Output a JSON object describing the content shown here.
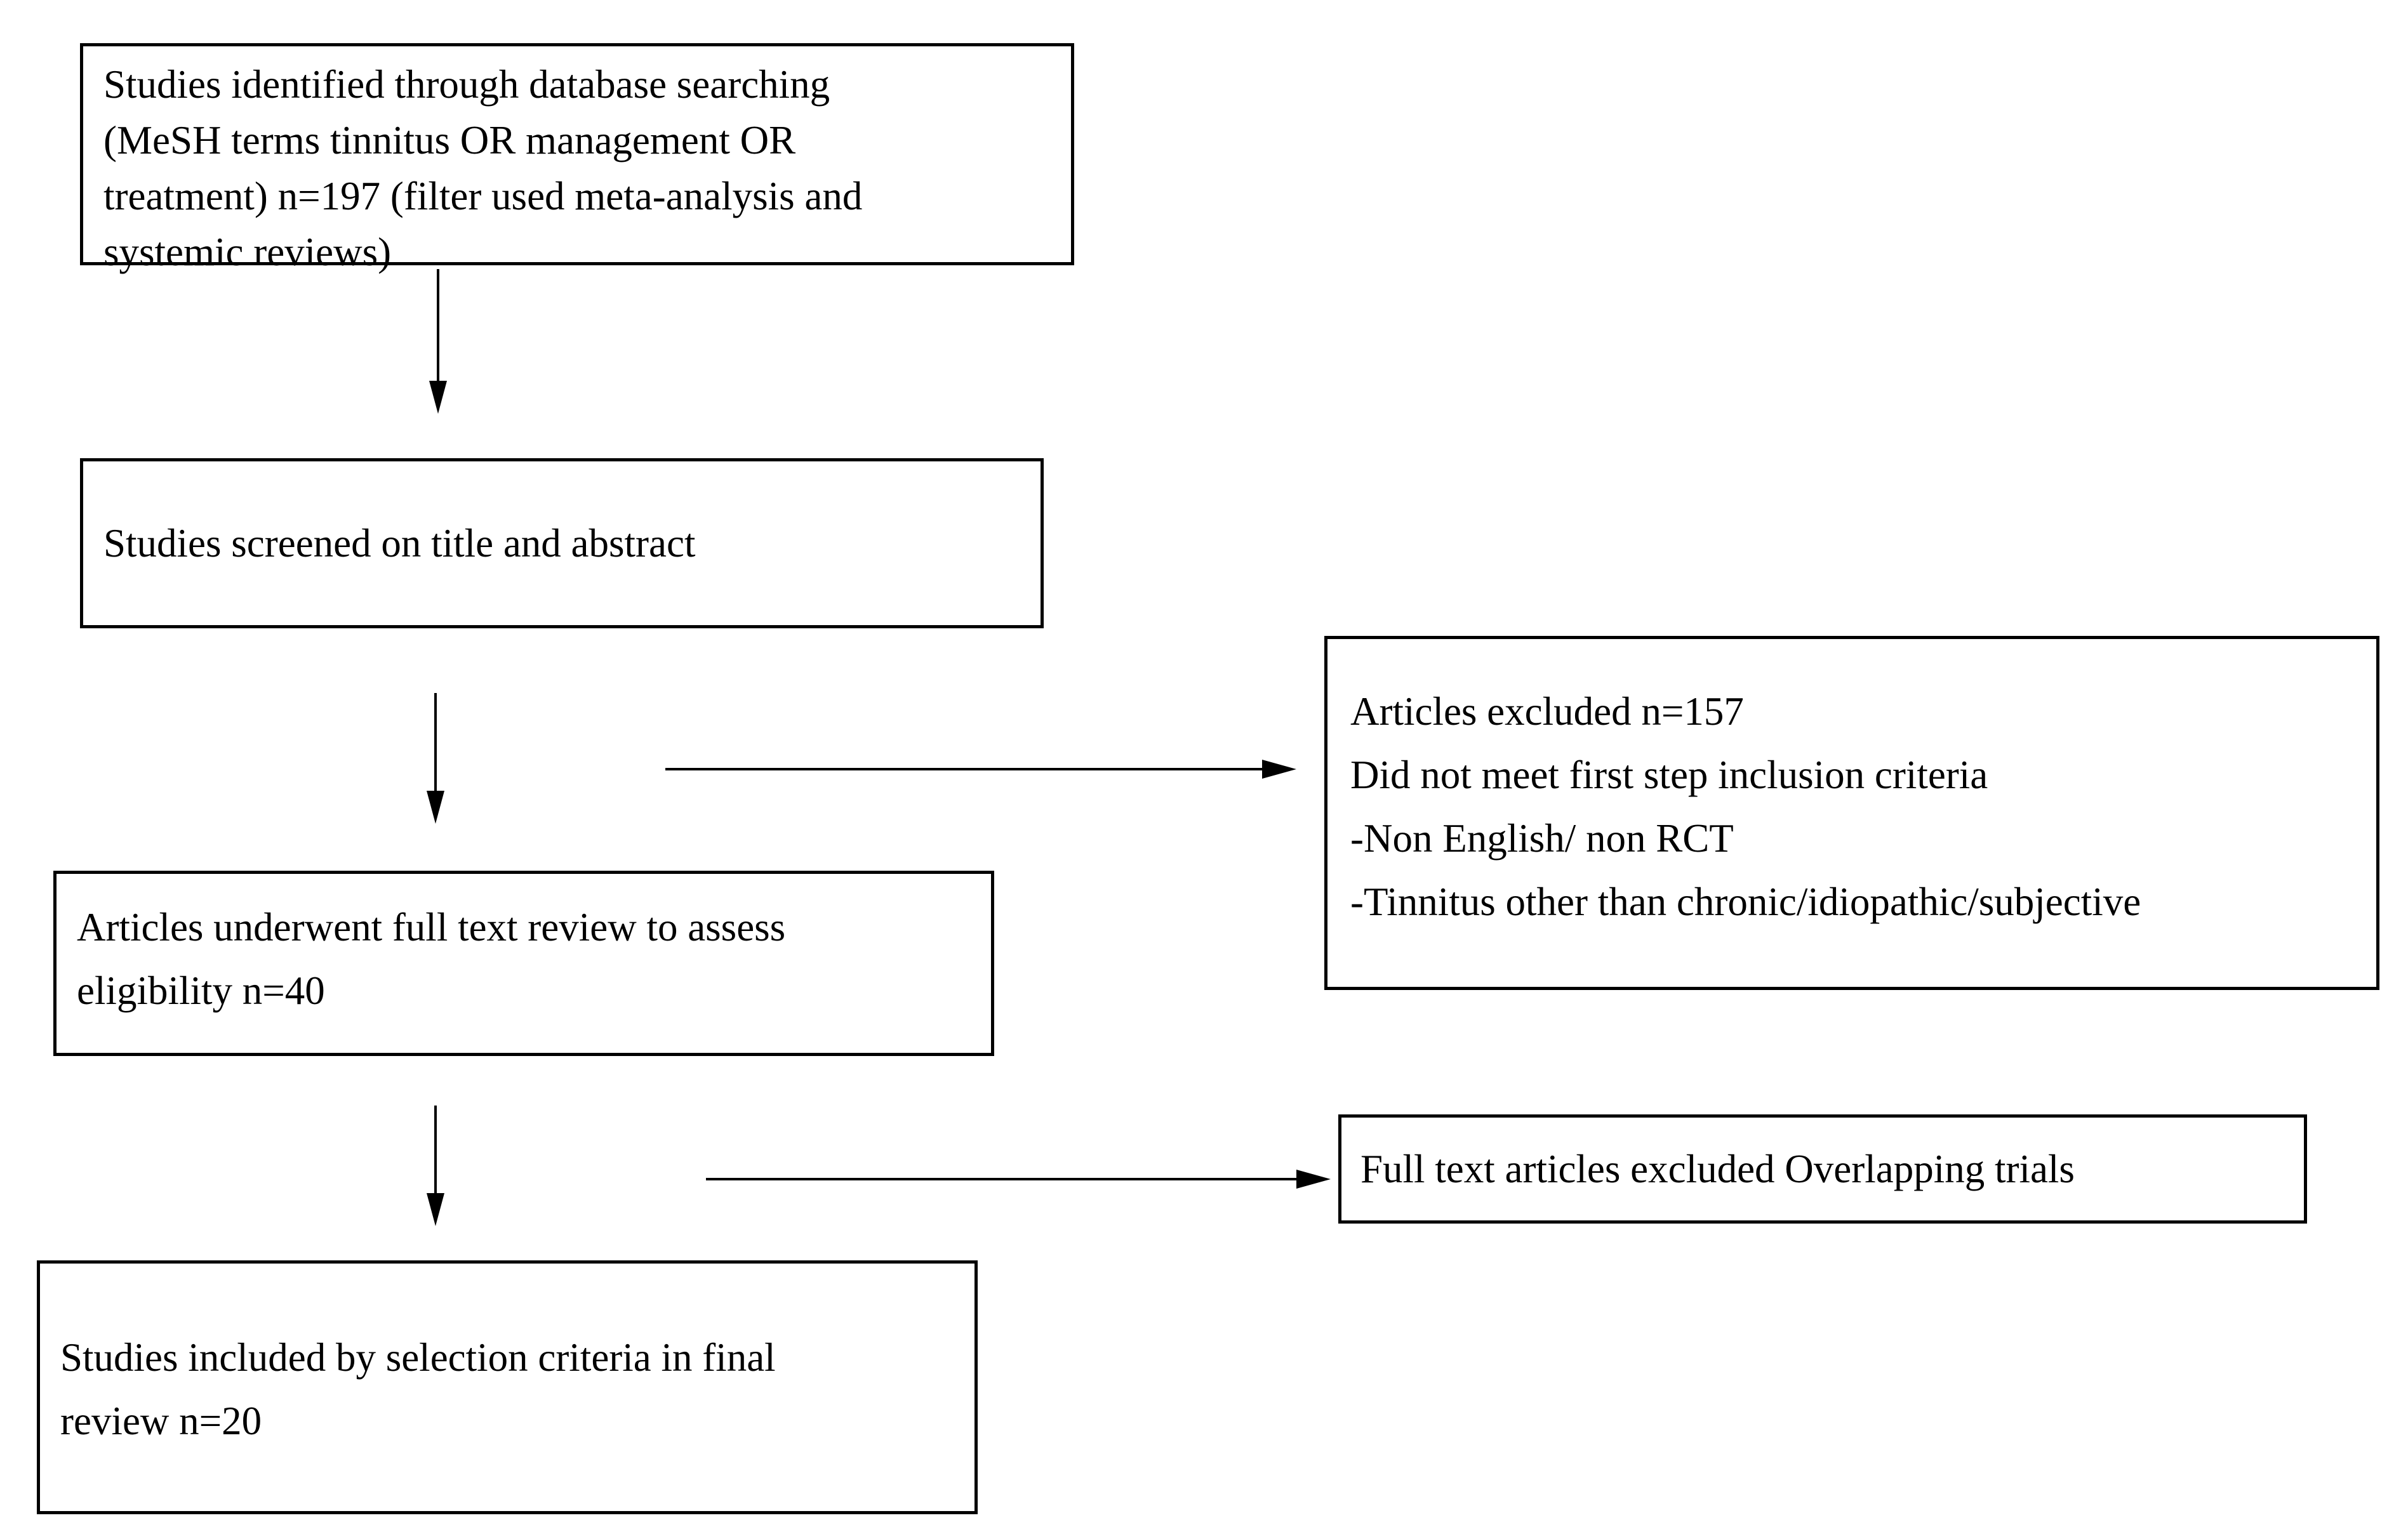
{
  "diagram": {
    "type": "study-selection-flowchart",
    "background_color": "#ffffff",
    "line_color": "#000000",
    "boxes": [
      {
        "id": "studies-identified",
        "text": "Studies identified through database searching\n(MeSH terms tinnitus OR management OR\ntreatment) n=197 (filter used meta-analysis and\nsystemic reviews)"
      },
      {
        "id": "studies-screened",
        "text": "Studies screened on title and abstract"
      },
      {
        "id": "full-text-review",
        "text": "Articles underwent full text review to assess\neligibility n=40"
      },
      {
        "id": "studies-included",
        "text": "Studies included by selection criteria in final\nreview n=20"
      },
      {
        "id": "articles-excluded-first-step",
        "text": "Articles excluded n=157\nDid not meet first step inclusion criteria\n-Non English/ non RCT\n-Tinnitus other than chronic/idiopathic/subjective"
      },
      {
        "id": "full-text-articles-excluded",
        "text": "Full text articles excluded Overlapping trials"
      }
    ],
    "counts": {
      "identified": 197,
      "excluded_first_step": 157,
      "full_text_reviewed": 40,
      "included_final": 20
    }
  }
}
